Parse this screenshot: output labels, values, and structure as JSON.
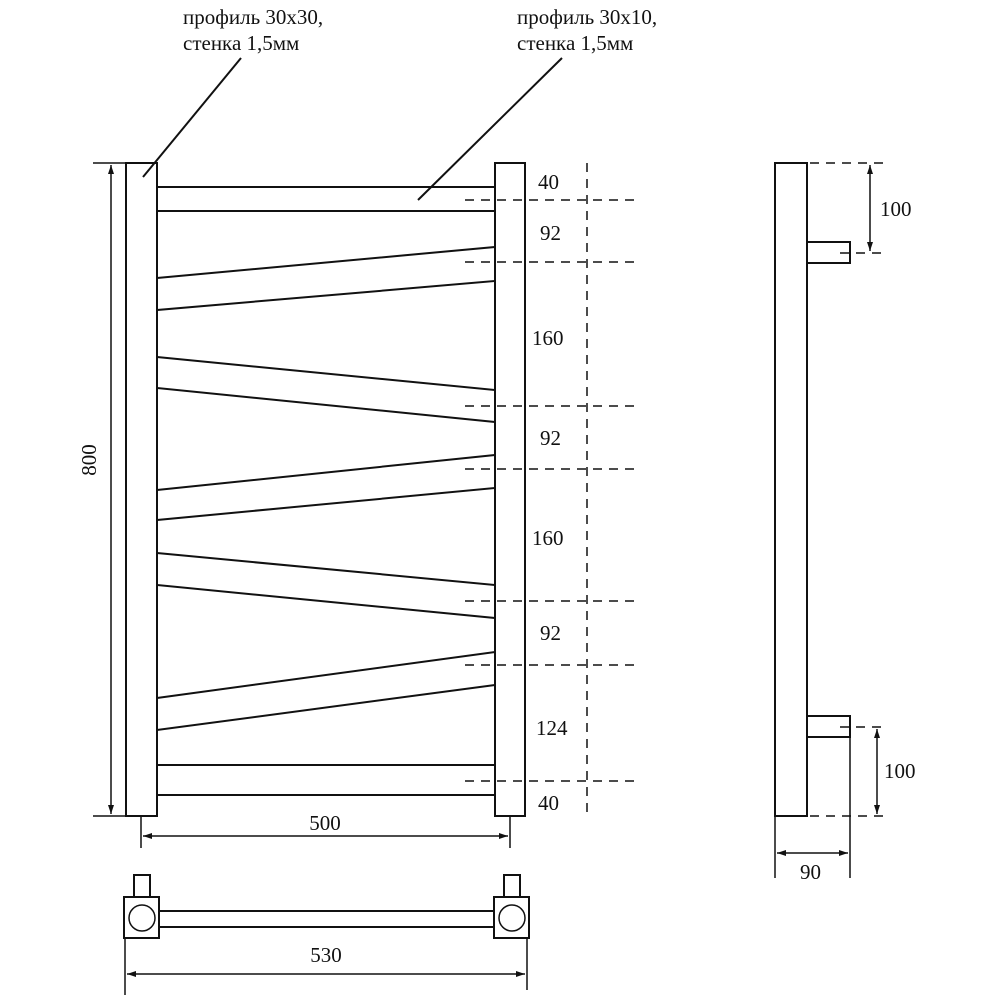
{
  "labels": {
    "profile_left_line1": "профиль 30x30,",
    "profile_left_line2": "стенка 1,5мм",
    "profile_right_line1": "профиль 30x10,",
    "profile_right_line2": "стенка 1,5мм"
  },
  "dimensions": {
    "height": "800",
    "width_axis": "500",
    "width_total": "530",
    "depth": "90",
    "connection_top": "100",
    "connection_bottom": "100",
    "spacings": [
      "40",
      "92",
      "160",
      "92",
      "160",
      "92",
      "124",
      "40"
    ]
  }
}
